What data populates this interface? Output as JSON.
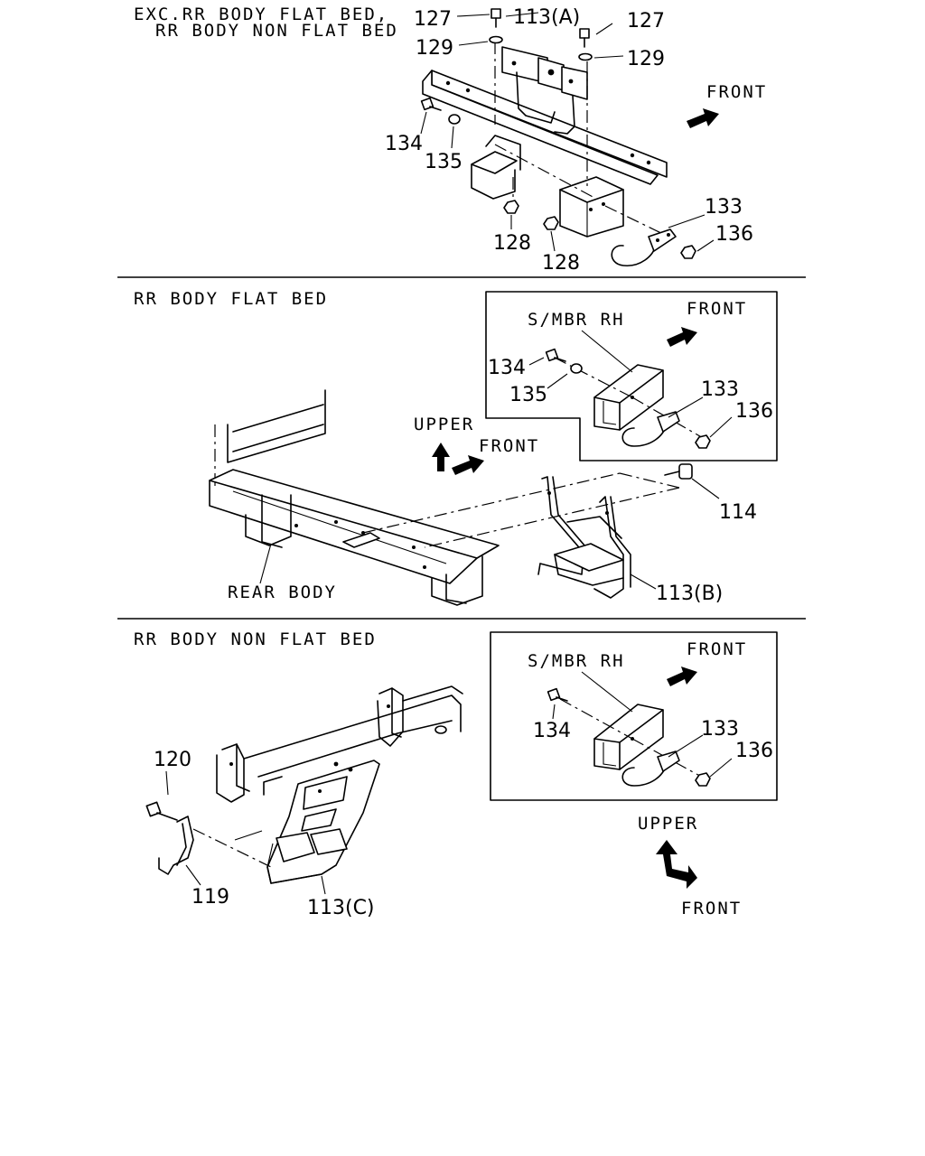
{
  "sections": {
    "exc": {
      "title_line1": "EXC.RR BODY FLAT BED,",
      "title_line2": "RR BODY NON FLAT BED"
    },
    "flat": {
      "title": "RR BODY FLAT BED"
    },
    "nonflat": {
      "title": "RR BODY NON FLAT BED"
    }
  },
  "directions": {
    "front": "FRONT",
    "upper": "UPPER"
  },
  "texts": {
    "smbr_rh": "S/MBR RH",
    "rear_body": "REAR BODY"
  },
  "parts": {
    "p127": "127",
    "p113a": "113(A)",
    "p129": "129",
    "p134": "134",
    "p135": "135",
    "p128": "128",
    "p133": "133",
    "p136": "136",
    "p114": "114",
    "p113b": "113(B)",
    "p120": "120",
    "p119": "119",
    "p113c": "113(C)"
  }
}
